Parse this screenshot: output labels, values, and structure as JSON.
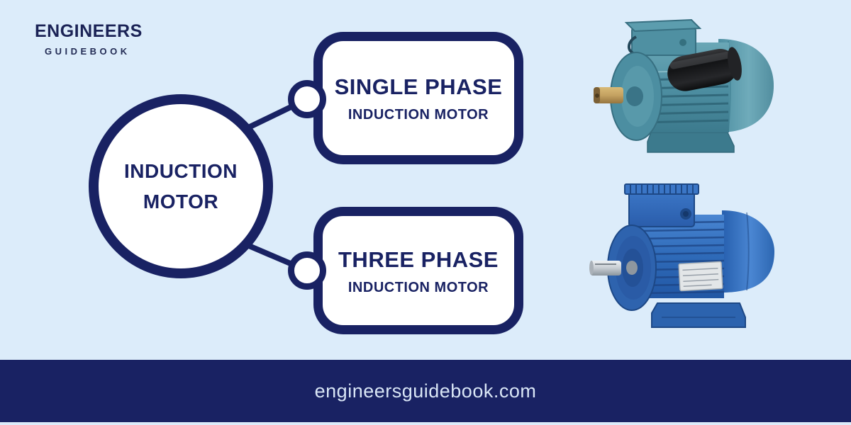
{
  "brand": {
    "name": "ENGINEERS",
    "tagline": "GUIDEBOOK"
  },
  "root": {
    "line1": "INDUCTION",
    "line2": "MOTOR"
  },
  "branches": [
    {
      "title": "SINGLE PHASE",
      "subtitle": "INDUCTION MOTOR",
      "image": "single-phase-induction-motor-photo"
    },
    {
      "title": "THREE PHASE",
      "subtitle": "INDUCTION MOTOR",
      "image": "three-phase-induction-motor-photo"
    }
  ],
  "footer": {
    "website": "engineersguidebook.com"
  },
  "colors": {
    "background": "#dcecfa",
    "navy": "#192263",
    "node_fill": "#ffffff",
    "footer_text": "#d9e6f6",
    "motor1_body_teal": "#4e8fa2",
    "motor1_capacitor_black": "#1c1d1f",
    "motor1_shaft_brass": "#c4a261",
    "motor2_body_blue": "#2e6ab8",
    "motor2_shaft_silver": "#c6ccd2"
  }
}
